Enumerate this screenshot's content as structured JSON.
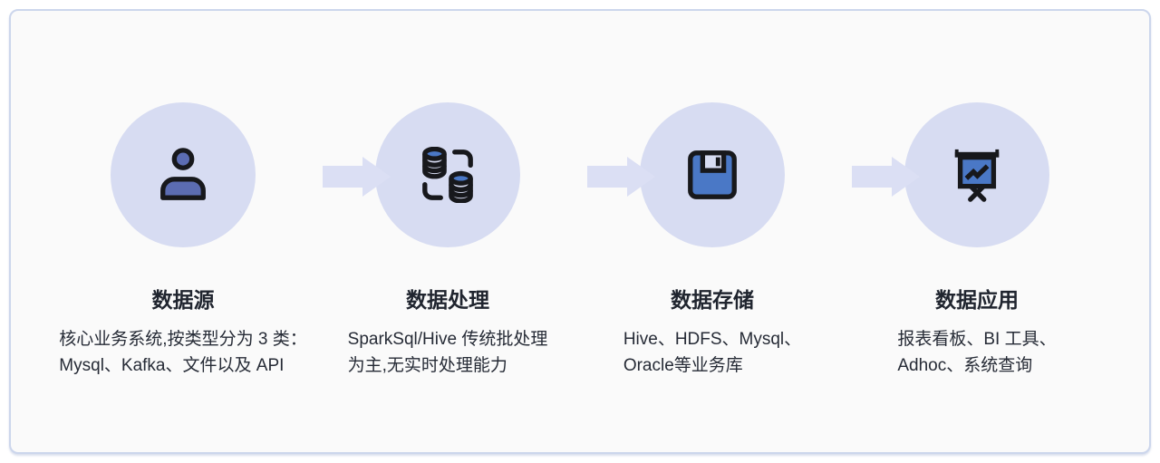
{
  "colors": {
    "page-bg": "#ffffff",
    "card-bg": "#fafafa",
    "card-border": "#ccd6ec",
    "circle-bg": "#d7dcf2",
    "arrow-color": "#dbdff4",
    "icon-outline": "#17181c",
    "icon-blue-muted": "#5b6cb2",
    "icon-blue-bright": "#4a78c6",
    "title-color": "#20252f",
    "body-color": "#262b36"
  },
  "steps": [
    {
      "icon": "user-icon",
      "title": "数据源",
      "desc_line1": "核心业务系统,按类型分为 3 类：",
      "desc_line2": "Mysql、Kafka、文件以及 API"
    },
    {
      "icon": "database-sync-icon",
      "title": "数据处理",
      "desc_line1": "SparkSql/Hive 传统批处理",
      "desc_line2": "为主,无实时处理能力"
    },
    {
      "icon": "save-disk-icon",
      "title": "数据存储",
      "desc_line1": "Hive、HDFS、Mysql、",
      "desc_line2": "Oracle等业务库"
    },
    {
      "icon": "presentation-chart-icon",
      "title": "数据应用",
      "desc_line1": "报表看板、BI 工具、",
      "desc_line2": "Adhoc、系统查询"
    }
  ]
}
